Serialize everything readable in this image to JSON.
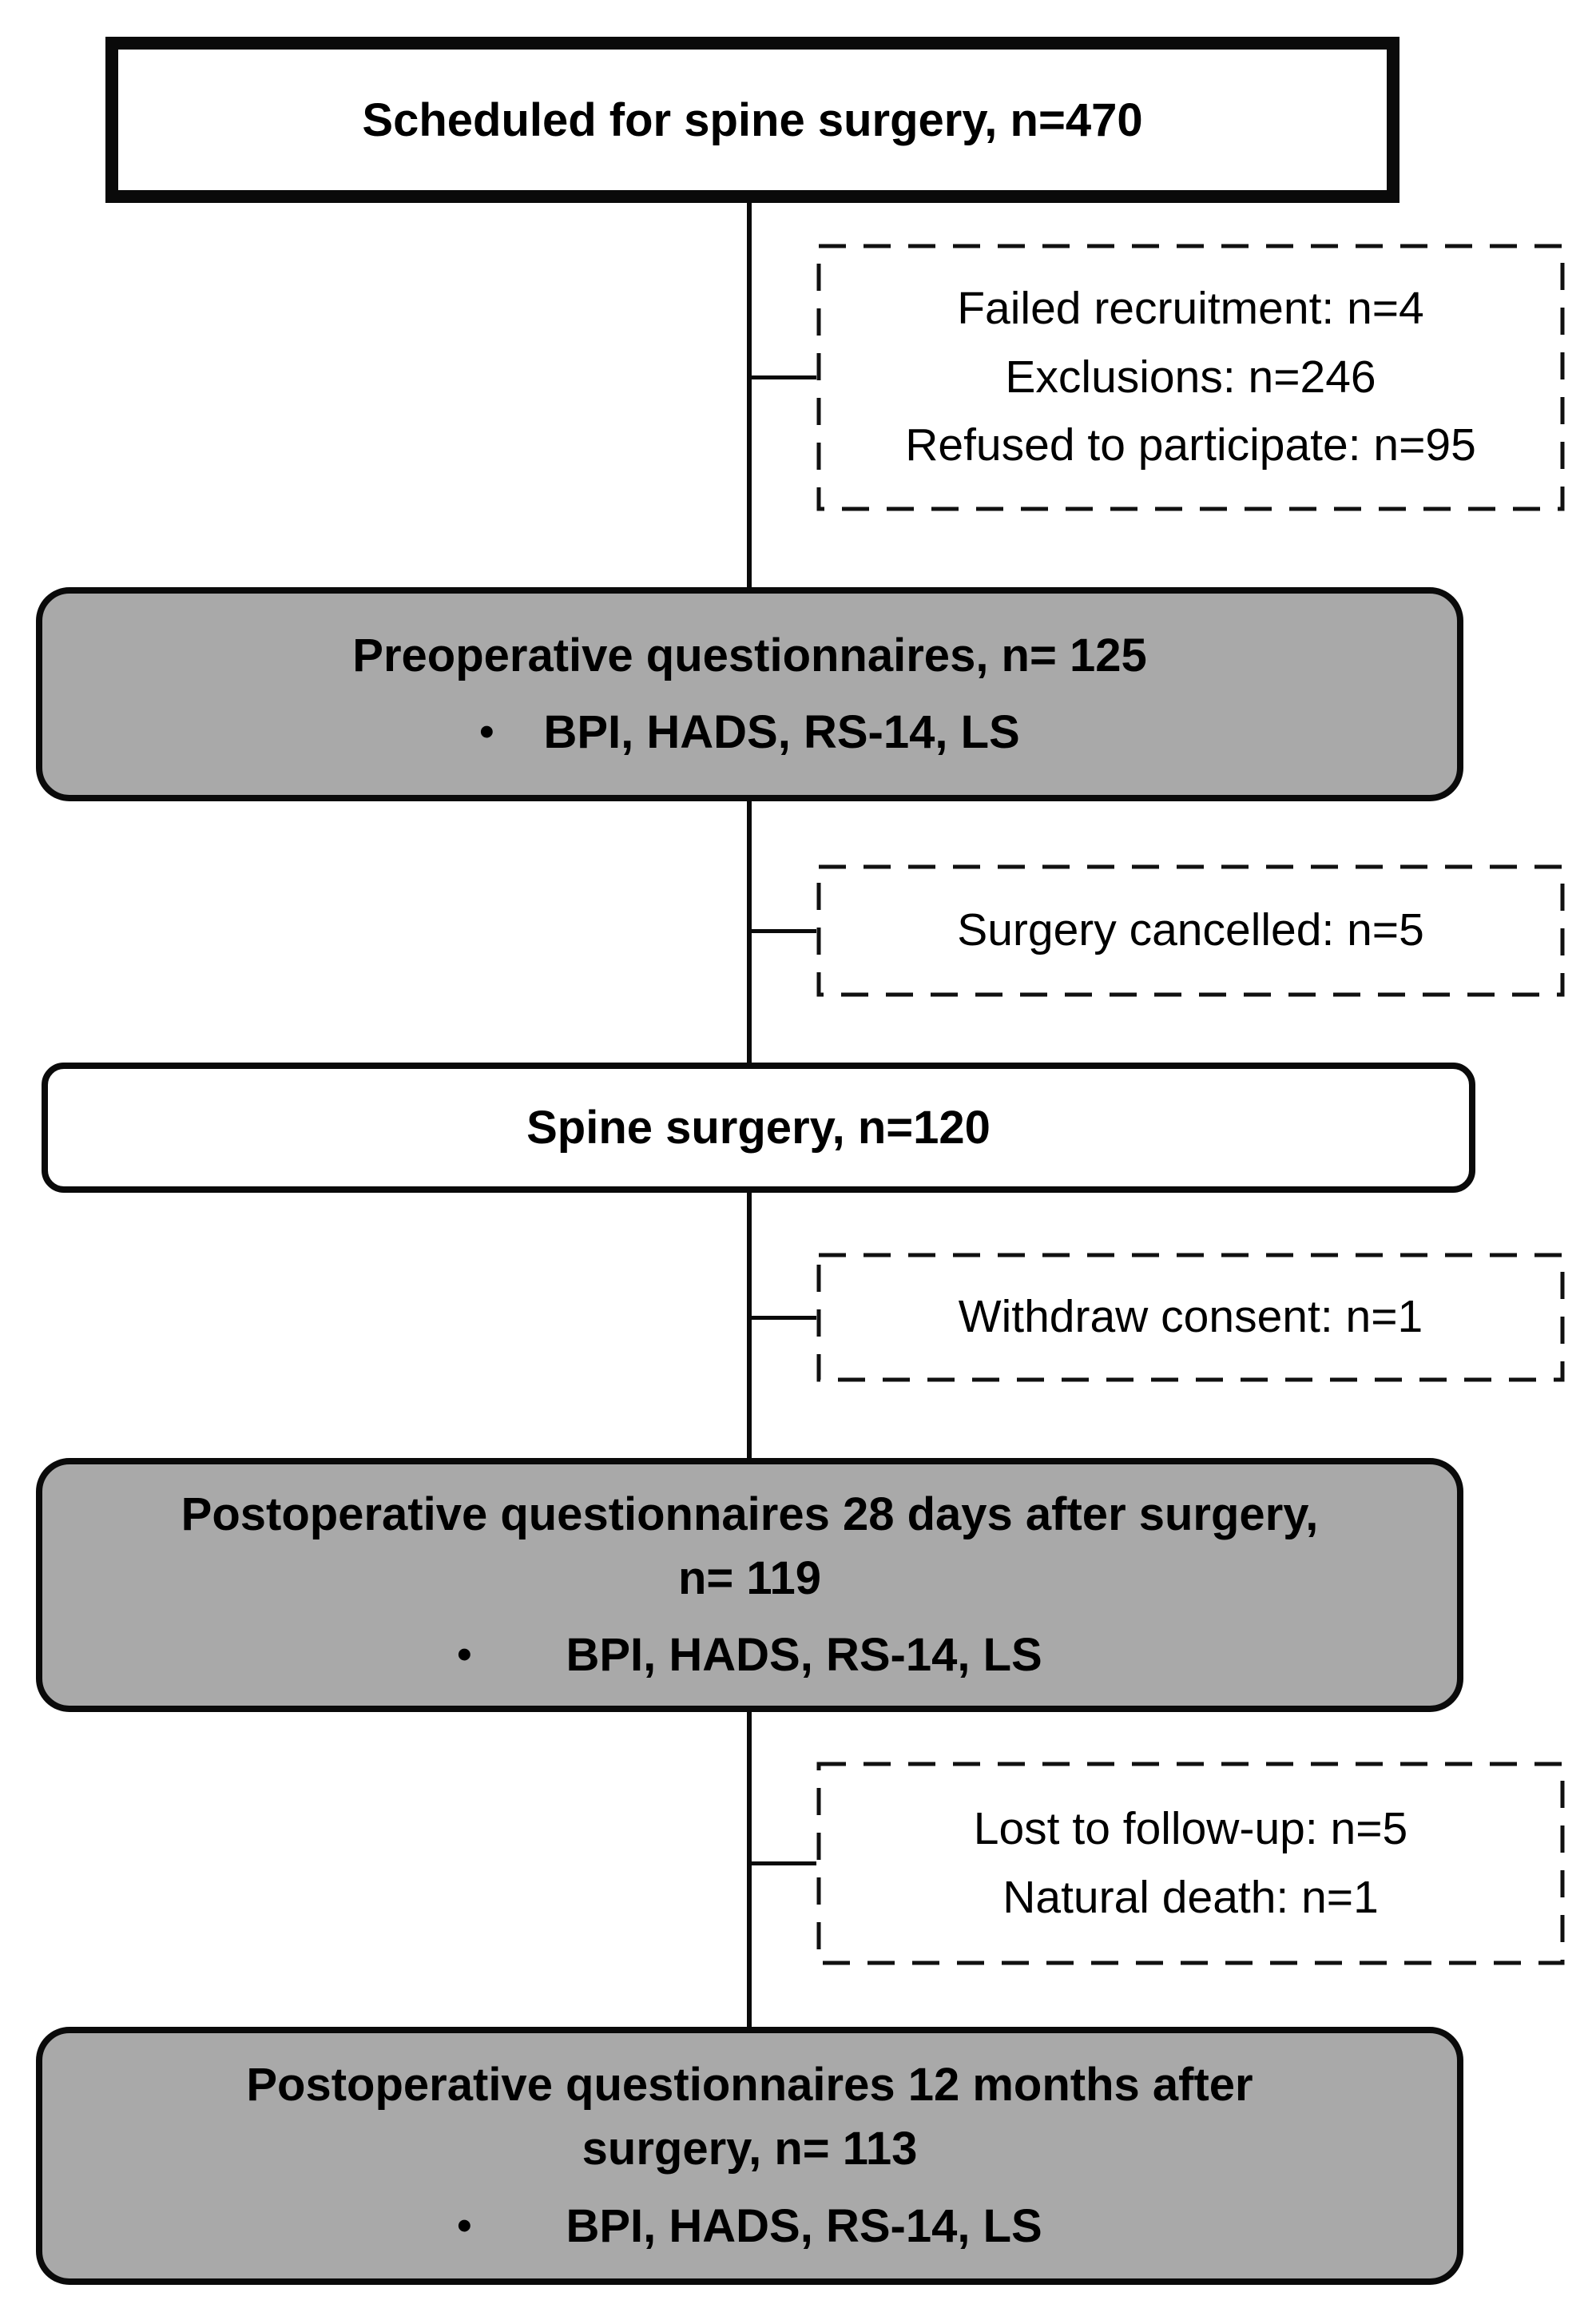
{
  "figure": {
    "bullet_glyph": "•",
    "colors": {
      "gray_fill": "#a9a9a9",
      "box_border": "#0a0a0a",
      "connector": "#0a0a0a",
      "background": "#ffffff"
    },
    "nodes": {
      "scheduled": {
        "label": "Scheduled for spine surgery, n=470"
      },
      "failed_recruitment": {
        "lines": [
          "Failed recruitment: n=4",
          "Exclusions: n=246",
          "Refused to participate: n=95"
        ]
      },
      "preop": {
        "title": "Preoperative questionnaires, n= 125",
        "bullet_text": "BPI, HADS, RS-14, LS"
      },
      "surgery_cancelled": {
        "lines": [
          "Surgery cancelled: n=5"
        ]
      },
      "spine_surgery": {
        "label": "Spine surgery, n=120"
      },
      "withdraw_consent": {
        "lines": [
          "Withdraw consent: n=1"
        ]
      },
      "post_28_days": {
        "title": "Postoperative questionnaires 28 days after surgery, n= 119",
        "bullet_text": "BPI, HADS, RS-14, LS"
      },
      "lost_followup": {
        "lines": [
          "Lost to follow-up: n=5",
          "Natural death: n=1"
        ]
      },
      "post_12_months": {
        "title": "Postoperative questionnaires 12 months after surgery, n= 113",
        "bullet_text": "BPI, HADS, RS-14, LS"
      }
    }
  }
}
